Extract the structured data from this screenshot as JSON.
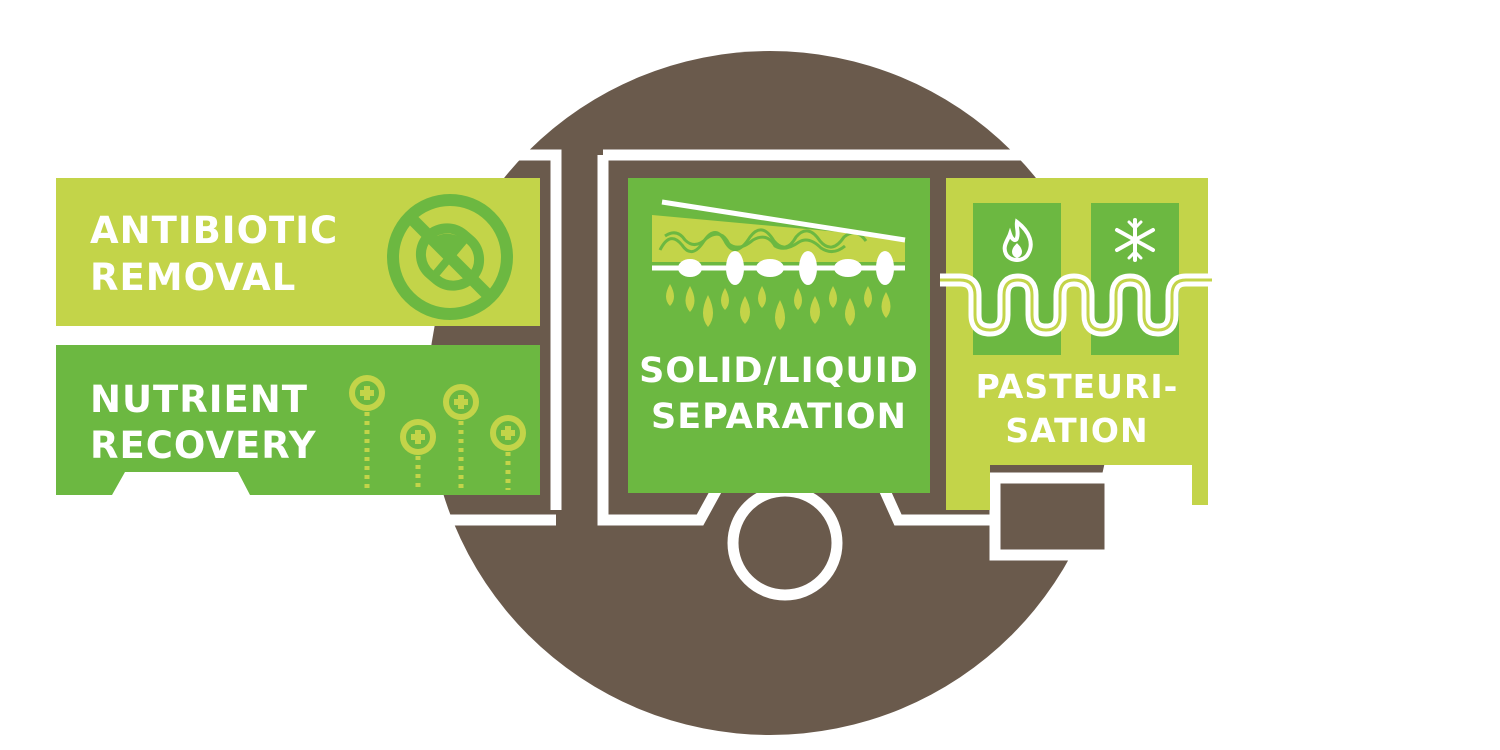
{
  "colors": {
    "background": "#ffffff",
    "circle": "#6a5a4c",
    "light_green": "#c3d449",
    "mid_green": "#6cb841",
    "outline": "#ffffff"
  },
  "modules": {
    "antibiotic": {
      "line1": "ANTIBIOTIC",
      "line2": "REMOVAL",
      "icon": "no-pill-icon"
    },
    "nutrient": {
      "line1": "NUTRIENT",
      "line2": "RECOVERY",
      "icon": "plus-sensor-icon"
    },
    "separation": {
      "line1": "SOLID/LIQUID",
      "line2": "SEPARATION",
      "icon": "filter-press-icon"
    },
    "pasteurisation": {
      "line1": "PASTEURI-",
      "line2": "SATION",
      "icons": [
        "flame-icon",
        "snowflake-icon"
      ]
    }
  }
}
